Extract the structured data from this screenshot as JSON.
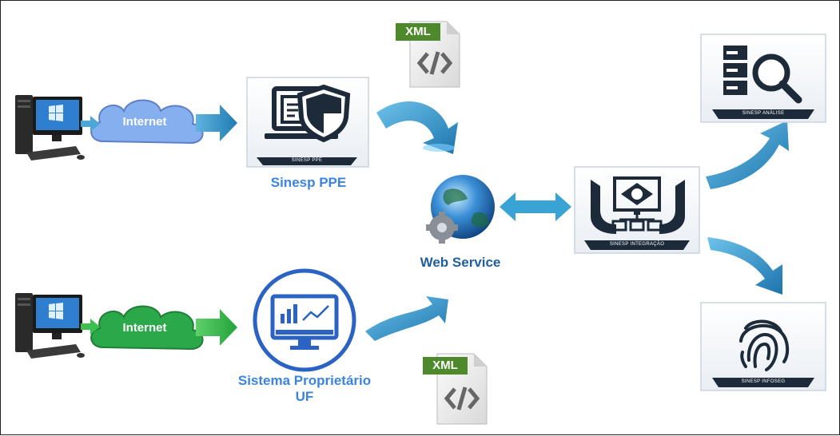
{
  "top_flow": {
    "cloud_label": "Internet",
    "system_label": "Sinesp PPE",
    "card_caption": "SINESP PPE",
    "xml_tag": "XML"
  },
  "bottom_flow": {
    "cloud_label": "Internet",
    "system_label_line1": "Sistema Proprietário",
    "system_label_line2": "UF",
    "xml_tag": "XML"
  },
  "hub": {
    "label": "Web Service"
  },
  "integration": {
    "caption": "SINESP INTEGRAÇÃO"
  },
  "outputs": {
    "analise_caption": "SINESP ANÁLISE",
    "infoseg_caption": "SINESP INFOSEG"
  },
  "colors": {
    "top_cloud": "#7fa6e6",
    "bottom_cloud": "#2aa84a",
    "arrow_blue": "#2f8fc4",
    "arrow_green": "#3dbf4f",
    "label_blue": "#3a84e0",
    "card_dark": "#1c2a3a",
    "xml_green": "#4e8a2c"
  }
}
